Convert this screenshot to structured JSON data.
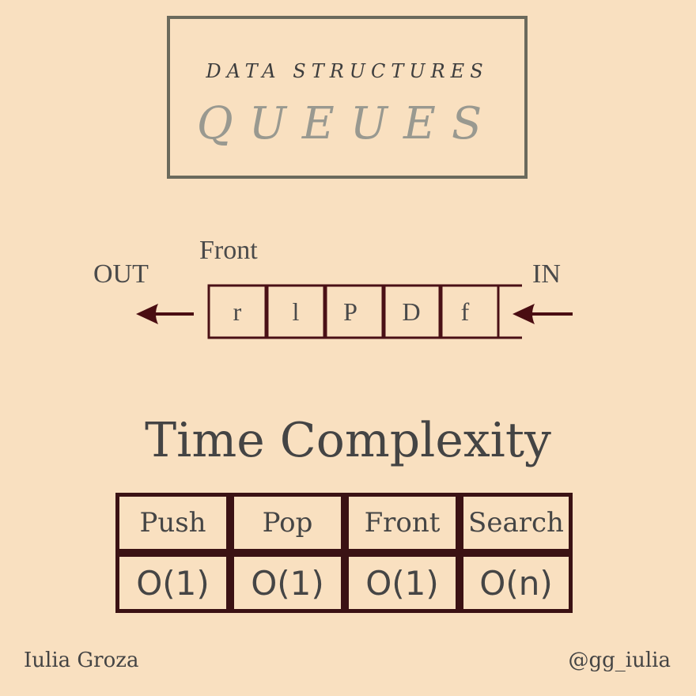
{
  "header": {
    "subtitle": "DATA STRUCTURES",
    "title": "QUEUES"
  },
  "diagram": {
    "out_label": "OUT",
    "in_label": "IN",
    "front_label": "Front",
    "cells": [
      "r",
      "l",
      "P",
      "D",
      "f"
    ],
    "arrow_color": "#4a0d12",
    "border_color": "#4a1016"
  },
  "complexity": {
    "title": "Time Complexity",
    "operations": [
      "Push",
      "Pop",
      "Front",
      "Search"
    ],
    "values": [
      "O(1)",
      "O(1)",
      "O(1)",
      "O(n)"
    ]
  },
  "footer": {
    "author": "Iulia Groza",
    "handle": "@gg_iulia"
  }
}
